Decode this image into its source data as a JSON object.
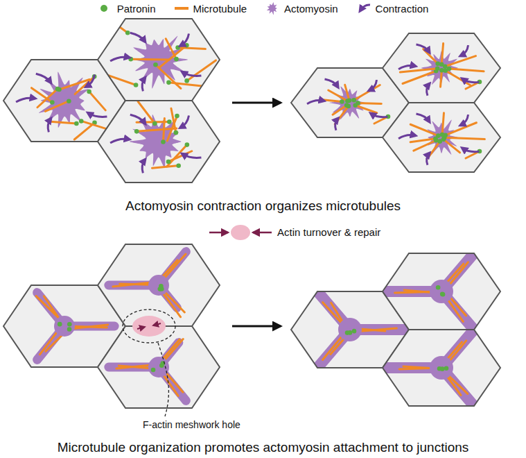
{
  "diagram": {
    "labels": [
      "Actomyosin contraction organizes microtubules",
      "Actin turnover & repair",
      "F-actin meshwork hole",
      "Microtubule organization promotes actomyosin attachment to junctions"
    ],
    "legend": [
      {
        "text": "Patronin",
        "color": "#5aac44"
      },
      {
        "text": "Microtubule"
      },
      {
        "text": "Actomyosin"
      },
      {
        "text": "Contraction"
      }
    ]
  }
}
